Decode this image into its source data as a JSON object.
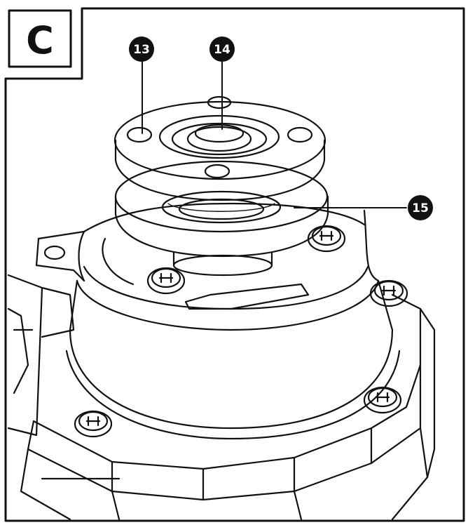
{
  "panel": {
    "label": "C"
  },
  "callouts": [
    {
      "id": "13",
      "label": "13",
      "part": "outer-flange"
    },
    {
      "id": "14",
      "label": "14",
      "part": "spindle"
    },
    {
      "id": "15",
      "label": "15",
      "part": "inner-flange"
    }
  ],
  "colors": {
    "line": "#111111",
    "background": "#ffffff",
    "callout_fill": "#111111"
  }
}
